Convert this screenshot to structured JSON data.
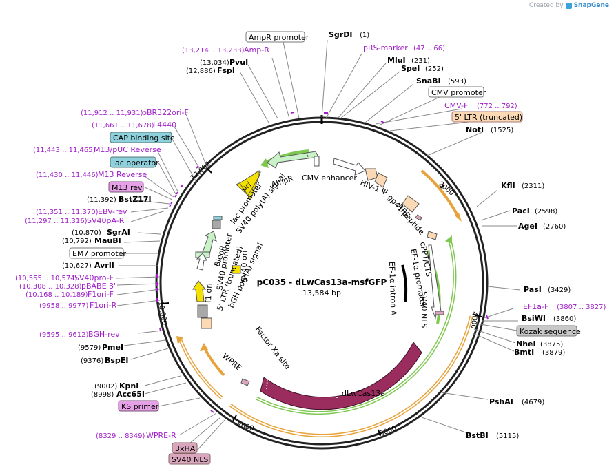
{
  "credit": {
    "prefix": "Created by",
    "brand": "SnapGene"
  },
  "plasmid": {
    "name": "pC035 - dLwCas13a-msfGFP",
    "size_label": "13,584 bp"
  },
  "scale_ticks": [
    {
      "label": "2000"
    },
    {
      "label": "4000"
    },
    {
      "label": "6000"
    },
    {
      "label": "8000"
    },
    {
      "label": "10,000"
    },
    {
      "label": "12,000"
    }
  ],
  "sites_right": [
    {
      "name": "SgrDI",
      "pos": "(1)"
    },
    {
      "name": "MluI",
      "pos": "(231)"
    },
    {
      "name": "SpeI",
      "pos": "(252)"
    },
    {
      "name": "SnaBI",
      "pos": "(593)"
    },
    {
      "name": "NotI",
      "pos": "(1525)"
    },
    {
      "name": "KflI",
      "pos": "(2311)"
    },
    {
      "name": "PacI",
      "pos": "(2598)"
    },
    {
      "name": "AgeI",
      "pos": "(2760)"
    },
    {
      "name": "PasI",
      "pos": "(3429)"
    },
    {
      "name": "BsiWI",
      "pos": "(3860)"
    },
    {
      "name": "NheI",
      "pos": "(3875)"
    },
    {
      "name": "BmtI",
      "pos": "(3879)"
    },
    {
      "name": "PshAI",
      "pos": "(4679)"
    },
    {
      "name": "BstBI",
      "pos": "(5115)"
    }
  ],
  "sites_left": [
    {
      "name": "PvuI",
      "pos": "(13,034)"
    },
    {
      "name": "FspI",
      "pos": "(12,886)"
    },
    {
      "name": "BstZ17I",
      "pos": "(11,392)"
    },
    {
      "name": "SgrAI",
      "pos": "(10,870)"
    },
    {
      "name": "MauBI",
      "pos": "(10,792)"
    },
    {
      "name": "AvrII",
      "pos": "(10,627)"
    },
    {
      "name": "PmeI",
      "pos": "(9579)"
    },
    {
      "name": "BspEI",
      "pos": "(9376)"
    },
    {
      "name": "KpnI",
      "pos": "(9002)"
    },
    {
      "name": "Acc65I",
      "pos": "(8998)"
    }
  ],
  "primers": [
    {
      "name": "pRS-marker",
      "pos": "(47 .. 66)"
    },
    {
      "name": "CMV-F",
      "pos": "(772 .. 792)"
    },
    {
      "name": "EF1a-F",
      "pos": "(3807 .. 3827)"
    },
    {
      "name": "Amp-R",
      "pos": "(13,214 .. 13,233)"
    },
    {
      "name": "pBR322ori-F",
      "pos": "(11,912 .. 11,931)"
    },
    {
      "name": "L4440",
      "pos": "(11,661 .. 11,678)"
    },
    {
      "name": "M13/pUC Reverse",
      "pos": "(11,443 .. 11,465)"
    },
    {
      "name": "M13 Reverse",
      "pos": "(11,430 .. 11,446)"
    },
    {
      "name": "EBV-rev",
      "pos": "(11,351 .. 11,370)"
    },
    {
      "name": "SV40pA-R",
      "pos": "(11,297 .. 11,316)"
    },
    {
      "name": "SV40pro-F",
      "pos": "(10,555 .. 10,574)"
    },
    {
      "name": "pBABE 3'",
      "pos": "(10,308 .. 10,328)"
    },
    {
      "name": "F1ori-F",
      "pos": "(10,168 .. 10,189)"
    },
    {
      "name": "F1ori-R",
      "pos": "(9958 .. 9977)"
    },
    {
      "name": "BGH-rev",
      "pos": "(9595 .. 9612)"
    },
    {
      "name": "WPRE-R",
      "pos": "(8329 .. 8349)"
    }
  ],
  "boxed_labels": [
    {
      "text": "AmpR promoter",
      "style": "white"
    },
    {
      "text": "CMV promoter",
      "style": "white"
    },
    {
      "text": "5' LTR (truncated)",
      "style": "peach"
    },
    {
      "text": "CAP binding site",
      "style": "teal"
    },
    {
      "text": "lac operator",
      "style": "teal"
    },
    {
      "text": "M13 rev",
      "style": "pink"
    },
    {
      "text": "EM7 promoter",
      "style": "white"
    },
    {
      "text": "Kozak sequence",
      "style": "gray"
    },
    {
      "text": "KS primer",
      "style": "pink"
    },
    {
      "text": "3xHA",
      "style": "mauve"
    },
    {
      "text": "SV40 NLS",
      "style": "mauve"
    }
  ],
  "inner_labels": {
    "ampr": "AmpR",
    "ori": "ori",
    "lac_promoter": "lac promoter",
    "sv40_polya": "SV40 poly(A) signal",
    "cmv_enhancer": "CMV enhancer",
    "hiv_psi": "HIV-1 Ψ",
    "rre": "RRE",
    "gp41": "gp41 peptide",
    "cppt": "cPPT/CTS",
    "ef1a_promoter": "EF-1α promoter",
    "ef1a_intron": "EF-1α intron A",
    "sv40_nls": "SV40 NLS",
    "bleor": "BleoR",
    "sv40_promoter": "SV40 promoter",
    "sv40_ori": "SV40 ori",
    "f1_ori": "f1 ori",
    "bgh_polya": "bGH poly(A) signal",
    "ltr5": "5' LTR (truncated)",
    "factor_xa": "Factor Xa site",
    "wpre": "WPRE",
    "dlwcas13a": "dLwCas13a"
  },
  "colors": {
    "backbone": "#222222",
    "primer": "#a020c8",
    "orange_feature": "#e8a23a",
    "green_feature": "#7ec850",
    "cas13": "#9b2d5e",
    "yellow_feature": "#f5e100",
    "light_green": "#c9f2c9",
    "peach": "#fbd9b4",
    "teal_box": "#8ed1dc",
    "pink_box": "#e6a0e6",
    "mauve_box": "#d9a6bd",
    "gray_box": "#c8c8c8"
  }
}
